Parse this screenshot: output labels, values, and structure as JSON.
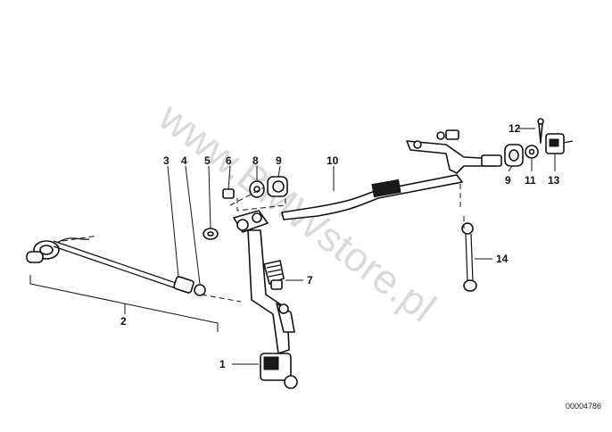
{
  "diagram": {
    "watermark": "www.BMWstore.pl",
    "doc_number": "00004786",
    "callouts": [
      "1",
      "2",
      "3",
      "4",
      "5",
      "6",
      "7",
      "8",
      "9",
      "10",
      "9",
      "11",
      "12",
      "13",
      "14"
    ]
  }
}
